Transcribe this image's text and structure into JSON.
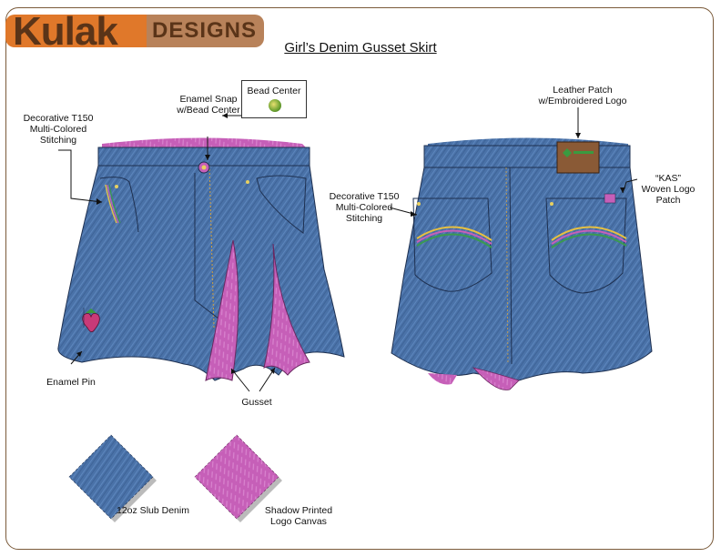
{
  "brand": {
    "name": "Kulak",
    "tagline": "DESIGNS"
  },
  "title": "Girl’s Denim Gusset Skirt",
  "callouts": {
    "bead_center": "Bead Center",
    "enamel_snap": [
      "Enamel Snap",
      "w/Bead Center"
    ],
    "stitching_front": [
      "Decorative T150",
      "Multi-Colored",
      "Stitching"
    ],
    "enamel_pin": "Enamel Pin",
    "gusset": "Gusset",
    "leather_patch": [
      "Leather Patch",
      "w/Embroidered Logo"
    ],
    "stitching_back": [
      "Decorative T150",
      "Multi-Colored",
      "Stitching"
    ],
    "kas_patch": [
      "“KAS”",
      "Woven Logo",
      "Patch"
    ]
  },
  "swatches": {
    "denim": "12oz Slub Denim",
    "canvas": [
      "Shadow Printed",
      "Logo Canvas"
    ]
  },
  "colors": {
    "denim": "#4a72a8",
    "denim_dark": "#2e4f80",
    "pink": "#c65fb8",
    "logo_orange": "#e0782a",
    "logo_tan": "#b8825a",
    "logo_brown": "#5a3418",
    "frame": "#7a5a3a"
  }
}
